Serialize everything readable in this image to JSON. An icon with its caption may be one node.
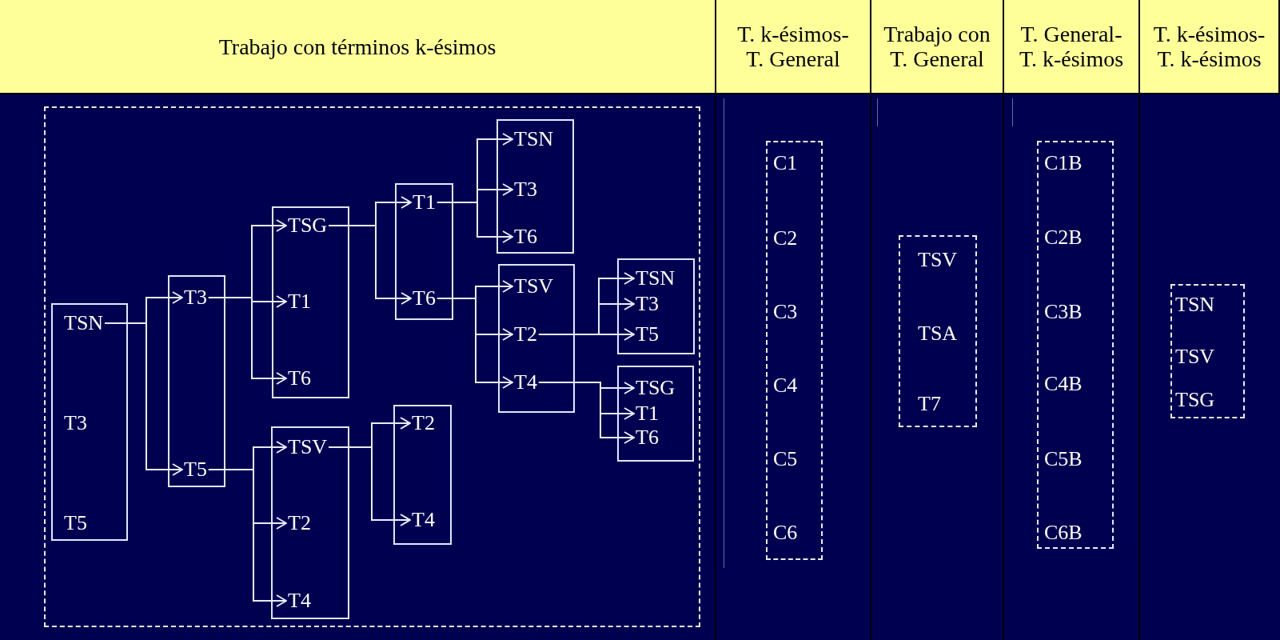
{
  "diagram": {
    "nodes": [
      {
        "text": [],
        "shape": "box"
      },
      {
        "text": [],
        "shape": "box",
        "in": 0
      },
      {
        "text": [
          "TSN"
        ],
        "in": 1
      },
      {
        "text": [
          "T3"
        ],
        "in": 1
      },
      {
        "text": [
          "T5"
        ],
        "in": 1
      },
      {
        "text": [],
        "shape": "box",
        "in": 0
      },
      {
        "text": [
          "T3"
        ],
        "in": 5
      },
      {
        "text": [
          "T5"
        ],
        "in": 5
      },
      {
        "text": [],
        "shape": "box",
        "in": 0
      },
      {
        "text": [
          "TSG"
        ],
        "in": 8
      },
      {
        "text": [
          "T1"
        ],
        "in": 8
      },
      {
        "text": [
          "T6"
        ],
        "in": 8
      },
      {
        "text": [],
        "shape": "box",
        "in": 0
      },
      {
        "text": [
          "TSV"
        ],
        "in": 12
      },
      {
        "text": [
          "T2"
        ],
        "in": 12
      },
      {
        "text": [
          "T4"
        ],
        "in": 12
      },
      {
        "text": [],
        "shape": "box",
        "in": 0
      },
      {
        "text": [
          "T1"
        ],
        "in": 16
      },
      {
        "text": [
          "T6"
        ],
        "in": 16
      },
      {
        "text": [],
        "shape": "box",
        "in": 0
      },
      {
        "text": [
          "T2"
        ],
        "in": 19
      },
      {
        "text": [
          "T4"
        ],
        "in": 19
      },
      {
        "text": [],
        "shape": "box",
        "in": 0
      },
      {
        "text": [
          "TSN"
        ],
        "in": 22
      },
      {
        "text": [
          "T3"
        ],
        "in": 22
      },
      {
        "text": [
          "T6"
        ],
        "in": 22
      },
      {
        "text": [],
        "shape": "box",
        "in": 0
      },
      {
        "text": [
          "TSV"
        ],
        "in": 26
      },
      {
        "text": [
          "T2"
        ],
        "in": 26
      },
      {
        "text": [
          "T4"
        ],
        "in": 26
      },
      {
        "text": [],
        "shape": "box",
        "in": 0
      },
      {
        "text": [
          "TSN"
        ],
        "in": 30
      },
      {
        "text": [
          "T3"
        ],
        "in": 30
      },
      {
        "text": [
          "T5"
        ],
        "in": 30
      },
      {
        "text": [],
        "shape": "box",
        "in": 0
      },
      {
        "text": [
          "TSG"
        ],
        "in": 34
      },
      {
        "text": [
          "T1"
        ],
        "in": 34
      },
      {
        "text": [
          "T6"
        ],
        "in": 34
      },
      {
        "text": [
          "C1",
          "C2",
          "C3",
          "C4",
          "C5",
          "C6"
        ]
      },
      {
        "text": [
          "TSV",
          "TSA",
          "T7"
        ]
      },
      {
        "text": [
          "C1B",
          "C2B",
          "C3B",
          "C4B",
          "C5B",
          "C6B"
        ]
      },
      {
        "text": [
          "TSN",
          "TSV",
          "TSG"
        ]
      }
    ],
    "edges": [
      {
        "from": 2,
        "to": 6,
        "arrow": "to"
      },
      {
        "from": 2,
        "to": 7,
        "arrow": "to"
      },
      {
        "from": 6,
        "to": 9,
        "arrow": "to"
      },
      {
        "from": 6,
        "to": 10,
        "arrow": "to"
      },
      {
        "from": 6,
        "to": 11,
        "arrow": "to"
      },
      {
        "from": 7,
        "to": 13,
        "arrow": "to"
      },
      {
        "from": 7,
        "to": 14,
        "arrow": "to"
      },
      {
        "from": 7,
        "to": 15,
        "arrow": "to"
      },
      {
        "from": 9,
        "to": 17,
        "arrow": "to"
      },
      {
        "from": 9,
        "to": 18,
        "arrow": "to"
      },
      {
        "from": 13,
        "to": 20,
        "arrow": "to"
      },
      {
        "from": 13,
        "to": 21,
        "arrow": "to"
      },
      {
        "from": 17,
        "to": 23,
        "arrow": "to"
      },
      {
        "from": 17,
        "to": 24,
        "arrow": "to"
      },
      {
        "from": 17,
        "to": 25,
        "arrow": "to"
      },
      {
        "from": 18,
        "to": 27,
        "arrow": "to"
      },
      {
        "from": 18,
        "to": 28,
        "arrow": "to"
      },
      {
        "from": 18,
        "to": 29,
        "arrow": "to"
      },
      {
        "from": 28,
        "to": 31,
        "arrow": "to"
      },
      {
        "from": 28,
        "to": 32,
        "arrow": "to"
      },
      {
        "from": 28,
        "to": 33,
        "arrow": "to"
      },
      {
        "from": 29,
        "to": 35,
        "arrow": "to"
      },
      {
        "from": 29,
        "to": 36,
        "arrow": "to"
      },
      {
        "from": 29,
        "to": 37,
        "arrow": "to"
      }
    ],
    "labels": [
      "Trabajo con términos k-ésimos",
      "T. k-ésimos- T. General",
      "Trabajo con T. General",
      "T. General- T. k-ésimos",
      "T. k-ésimos- T. k-ésimos"
    ]
  }
}
